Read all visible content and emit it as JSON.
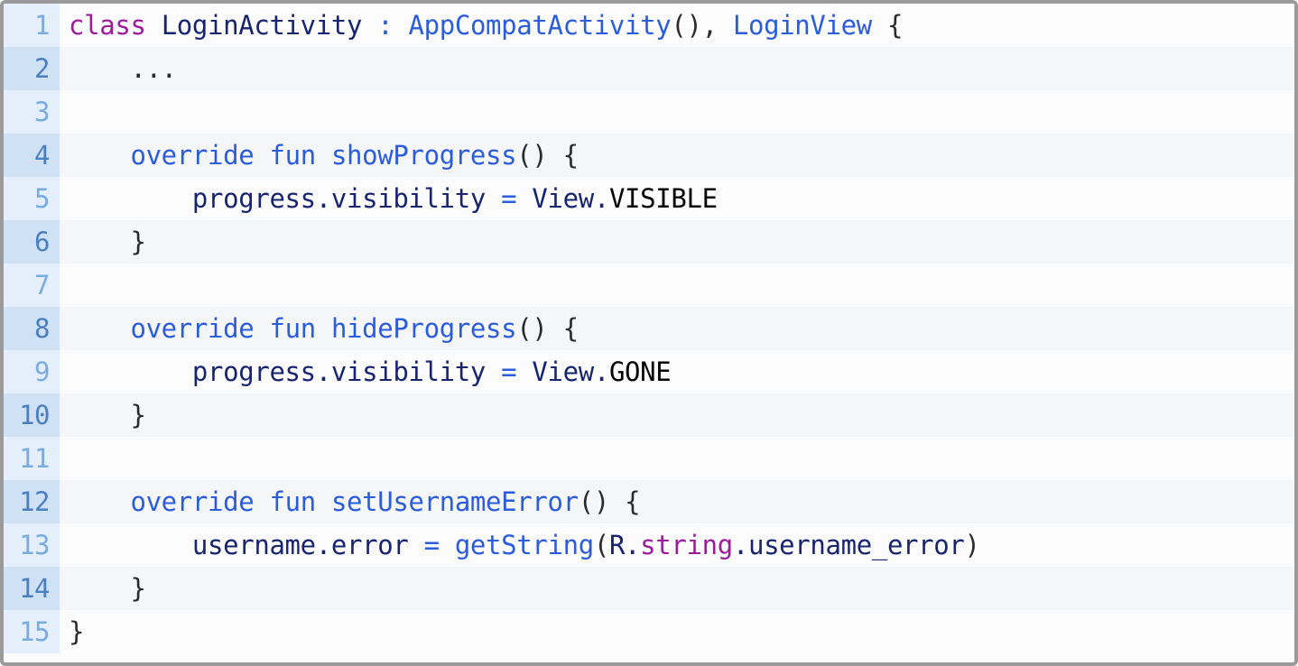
{
  "snippet": {
    "language": "kotlin",
    "total_lines": 15,
    "colors": {
      "border": "#9a9a9a",
      "row_odd_bg": "#fcfcfd",
      "row_even_bg": "#f5f6f7",
      "gutter_odd_bg": "#e4effb",
      "gutter_even_bg": "#cfe1f5",
      "gutter_odd_fg": "#7aabdf",
      "gutter_even_fg": "#4a7fbe",
      "keyword": "#9c1d9c",
      "type": "#18256e",
      "function": "#2a5cdb",
      "operator": "#2a5cdb",
      "punctuation": "#2b2b2b",
      "constant": "#050505"
    }
  },
  "lines": [
    {
      "number": "1",
      "plain": "class LoginActivity : AppCompatActivity(), LoginView {",
      "tokens": [
        {
          "text": "class",
          "cls": "t-kw"
        },
        {
          "text": " ",
          "cls": "t-plain"
        },
        {
          "text": "LoginActivity",
          "cls": "t-type"
        },
        {
          "text": " ",
          "cls": "t-plain"
        },
        {
          "text": ":",
          "cls": "t-op"
        },
        {
          "text": " ",
          "cls": "t-plain"
        },
        {
          "text": "AppCompatActivity",
          "cls": "t-fn"
        },
        {
          "text": "()",
          "cls": "t-punct"
        },
        {
          "text": ",",
          "cls": "t-punct"
        },
        {
          "text": " ",
          "cls": "t-plain"
        },
        {
          "text": "LoginView",
          "cls": "t-fn"
        },
        {
          "text": " ",
          "cls": "t-plain"
        },
        {
          "text": "{",
          "cls": "t-punct"
        }
      ]
    },
    {
      "number": "2",
      "plain": "    ...",
      "tokens": [
        {
          "text": "    ",
          "cls": "t-plain"
        },
        {
          "text": "...",
          "cls": "t-punct"
        }
      ]
    },
    {
      "number": "3",
      "plain": "",
      "tokens": []
    },
    {
      "number": "4",
      "plain": "    override fun showProgress() {",
      "tokens": [
        {
          "text": "    ",
          "cls": "t-plain"
        },
        {
          "text": "override",
          "cls": "t-fn"
        },
        {
          "text": " ",
          "cls": "t-plain"
        },
        {
          "text": "fun",
          "cls": "t-fn"
        },
        {
          "text": " ",
          "cls": "t-plain"
        },
        {
          "text": "showProgress",
          "cls": "t-fn"
        },
        {
          "text": "()",
          "cls": "t-punct"
        },
        {
          "text": " ",
          "cls": "t-plain"
        },
        {
          "text": "{",
          "cls": "t-punct"
        }
      ]
    },
    {
      "number": "5",
      "plain": "        progress.visibility = View.VISIBLE",
      "tokens": [
        {
          "text": "        ",
          "cls": "t-plain"
        },
        {
          "text": "progress.visibility",
          "cls": "t-type"
        },
        {
          "text": " ",
          "cls": "t-plain"
        },
        {
          "text": "=",
          "cls": "t-op"
        },
        {
          "text": " ",
          "cls": "t-plain"
        },
        {
          "text": "View",
          "cls": "t-type"
        },
        {
          "text": ".",
          "cls": "t-type"
        },
        {
          "text": "VISIBLE",
          "cls": "t-const"
        }
      ]
    },
    {
      "number": "6",
      "plain": "    }",
      "tokens": [
        {
          "text": "    ",
          "cls": "t-plain"
        },
        {
          "text": "}",
          "cls": "t-punct"
        }
      ]
    },
    {
      "number": "7",
      "plain": "",
      "tokens": []
    },
    {
      "number": "8",
      "plain": "    override fun hideProgress() {",
      "tokens": [
        {
          "text": "    ",
          "cls": "t-plain"
        },
        {
          "text": "override",
          "cls": "t-fn"
        },
        {
          "text": " ",
          "cls": "t-plain"
        },
        {
          "text": "fun",
          "cls": "t-fn"
        },
        {
          "text": " ",
          "cls": "t-plain"
        },
        {
          "text": "hideProgress",
          "cls": "t-fn"
        },
        {
          "text": "()",
          "cls": "t-punct"
        },
        {
          "text": " ",
          "cls": "t-plain"
        },
        {
          "text": "{",
          "cls": "t-punct"
        }
      ]
    },
    {
      "number": "9",
      "plain": "        progress.visibility = View.GONE",
      "tokens": [
        {
          "text": "        ",
          "cls": "t-plain"
        },
        {
          "text": "progress.visibility",
          "cls": "t-type"
        },
        {
          "text": " ",
          "cls": "t-plain"
        },
        {
          "text": "=",
          "cls": "t-op"
        },
        {
          "text": " ",
          "cls": "t-plain"
        },
        {
          "text": "View",
          "cls": "t-type"
        },
        {
          "text": ".",
          "cls": "t-type"
        },
        {
          "text": "GONE",
          "cls": "t-const"
        }
      ]
    },
    {
      "number": "10",
      "plain": "    }",
      "tokens": [
        {
          "text": "    ",
          "cls": "t-plain"
        },
        {
          "text": "}",
          "cls": "t-punct"
        }
      ]
    },
    {
      "number": "11",
      "plain": "",
      "tokens": []
    },
    {
      "number": "12",
      "plain": "    override fun setUsernameError() {",
      "tokens": [
        {
          "text": "    ",
          "cls": "t-plain"
        },
        {
          "text": "override",
          "cls": "t-fn"
        },
        {
          "text": " ",
          "cls": "t-plain"
        },
        {
          "text": "fun",
          "cls": "t-fn"
        },
        {
          "text": " ",
          "cls": "t-plain"
        },
        {
          "text": "setUsernameError",
          "cls": "t-fn"
        },
        {
          "text": "()",
          "cls": "t-punct"
        },
        {
          "text": " ",
          "cls": "t-plain"
        },
        {
          "text": "{",
          "cls": "t-punct"
        }
      ]
    },
    {
      "number": "13",
      "plain": "        username.error = getString(R.string.username_error)",
      "tokens": [
        {
          "text": "        ",
          "cls": "t-plain"
        },
        {
          "text": "username.error",
          "cls": "t-type"
        },
        {
          "text": " ",
          "cls": "t-plain"
        },
        {
          "text": "=",
          "cls": "t-op"
        },
        {
          "text": " ",
          "cls": "t-plain"
        },
        {
          "text": "getString",
          "cls": "t-fn"
        },
        {
          "text": "(",
          "cls": "t-punct"
        },
        {
          "text": "R.",
          "cls": "t-type"
        },
        {
          "text": "string",
          "cls": "t-kw"
        },
        {
          "text": ".username_error",
          "cls": "t-type"
        },
        {
          "text": ")",
          "cls": "t-punct"
        }
      ]
    },
    {
      "number": "14",
      "plain": "    }",
      "tokens": [
        {
          "text": "    ",
          "cls": "t-plain"
        },
        {
          "text": "}",
          "cls": "t-punct"
        }
      ]
    },
    {
      "number": "15",
      "plain": "}",
      "tokens": [
        {
          "text": "}",
          "cls": "t-punct"
        }
      ]
    }
  ]
}
